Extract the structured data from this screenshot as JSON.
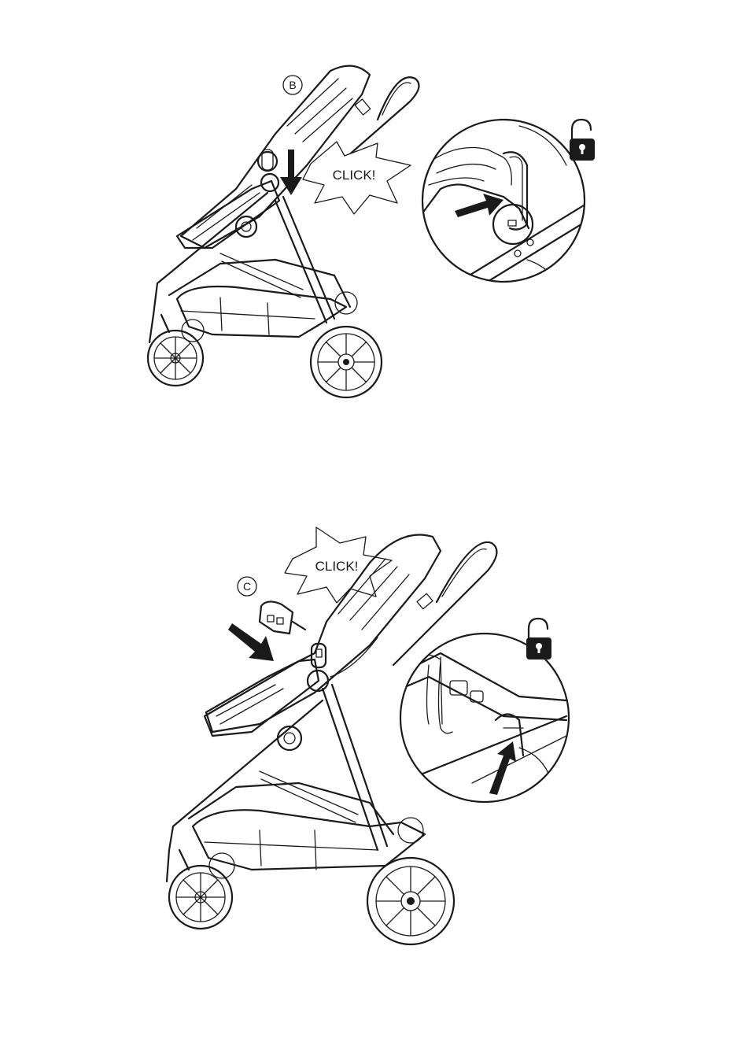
{
  "figures": [
    {
      "step_label": "B",
      "callout": "CLICK!",
      "lock_state": "unlocked",
      "icons": [
        "stroller-illustration",
        "down-arrow-icon",
        "magnified-hand-detail",
        "unlocked-padlock-icon"
      ]
    },
    {
      "step_label": "C",
      "callout": "CLICK!",
      "lock_state": "unlocked",
      "icons": [
        "stroller-illustration",
        "diagonal-arrow-icon",
        "adapter-part",
        "magnified-hand-detail",
        "unlocked-padlock-icon"
      ]
    }
  ],
  "colors": {
    "ink": "#1a1a1a",
    "paper": "#ffffff"
  }
}
